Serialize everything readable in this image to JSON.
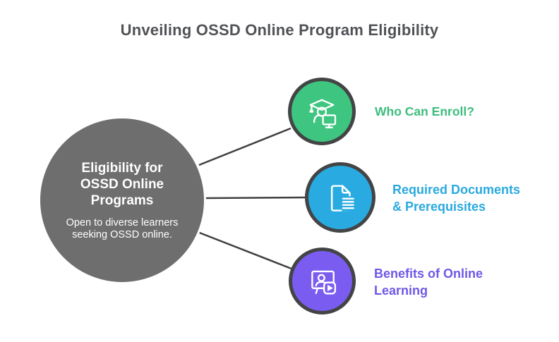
{
  "title": "Unveiling OSSD Online Program Eligibility",
  "center": {
    "heading": "Eligibility for OSSD Online Programs",
    "subtext": "Open to diverse learners seeking OSSD online."
  },
  "nodes": [
    {
      "id": "who-can-enroll",
      "label": "Who Can Enroll?",
      "icon": "graduate-student-icon",
      "fill": "#3ec57f",
      "label_color": "#3dbd7d"
    },
    {
      "id": "required-documents",
      "label": "Required Documents & Prerequisites",
      "icon": "document-icon",
      "fill": "#29abe2",
      "label_color": "#2aa9de"
    },
    {
      "id": "benefits-online-learning",
      "label": "Benefits of Online Learning",
      "icon": "online-learning-icon",
      "fill": "#7a5df0",
      "label_color": "#6f58e8"
    }
  ],
  "colors": {
    "background": "#ffffff",
    "title_text": "#505256",
    "center_circle_fill": "#6e6e6e",
    "center_circle_outline": "#ffffff",
    "node_ring": "#434445",
    "connector_line": "#3f4041",
    "icon_stroke": "#ffffff"
  }
}
